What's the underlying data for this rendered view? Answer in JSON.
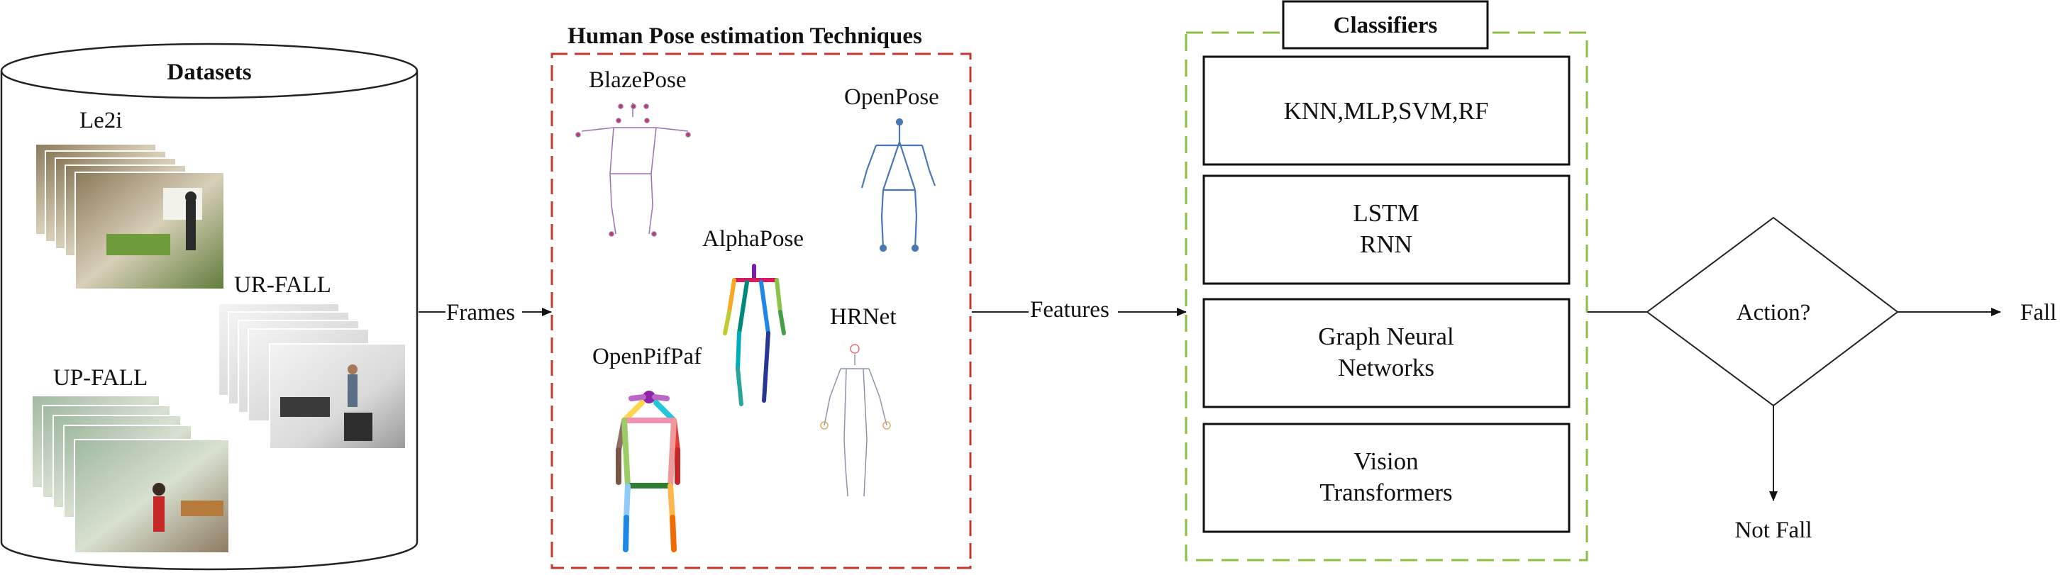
{
  "datasets": {
    "title": "Datasets",
    "items": [
      "Le2i",
      "UR-FALL",
      "UP-FALL"
    ]
  },
  "flow": {
    "frames": "Frames",
    "features": "Features"
  },
  "pose": {
    "title": "Human Pose estimation Techniques",
    "methods": [
      "BlazePose",
      "OpenPose",
      "AlphaPose",
      "HRNet",
      "OpenPifPaf"
    ]
  },
  "classifiers": {
    "title": "Classifiers",
    "boxes": [
      [
        "KNN,MLP,SVM,RF"
      ],
      [
        "LSTM",
        "RNN"
      ],
      [
        "Graph Neural",
        "Networks"
      ],
      [
        "Vision",
        "Transformers"
      ]
    ]
  },
  "decision": {
    "question": "Action?",
    "yes": "Fall",
    "no": "Not Fall"
  },
  "colors": {
    "pose_border": "#c0392b",
    "classifier_border": "#8fbc45",
    "line": "#222222"
  },
  "icons": [
    "dataset-cylinder-icon",
    "image-stack-icon",
    "skeleton-icon",
    "diamond-decision-icon",
    "arrow-icon"
  ]
}
